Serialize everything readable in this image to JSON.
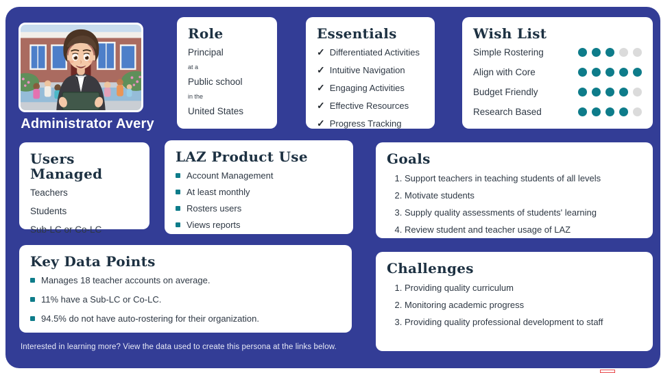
{
  "persona": {
    "name": "Administrator Avery"
  },
  "role": {
    "title": "Role",
    "position": "Principal",
    "connector1": "at a",
    "school_type": "Public school",
    "connector2": "in the",
    "location": "United States"
  },
  "essentials": {
    "title": "Essentials",
    "check_icon": "✓",
    "items": [
      "Differentiated Activities",
      "Intuitive Navigation",
      "Engaging Activities",
      "Effective Resources",
      "Progress Tracking"
    ]
  },
  "wish_list": {
    "title": "Wish List",
    "max_dots": 5,
    "items": [
      {
        "label": "Simple Rostering",
        "rating": 3
      },
      {
        "label": "Align with Core",
        "rating": 5
      },
      {
        "label": "Budget Friendly",
        "rating": 4
      },
      {
        "label": "Research Based",
        "rating": 4
      }
    ]
  },
  "users_managed": {
    "title": "Users Managed",
    "items": [
      "Teachers",
      "Students",
      "Sub-LC or Co-LC"
    ]
  },
  "product_use": {
    "title": "LAZ Product Use",
    "items": [
      "Account Management",
      "At least monthly",
      "Rosters users",
      "Views reports"
    ]
  },
  "goals": {
    "title": "Goals",
    "items": [
      "Support teachers in teaching students of all levels",
      "Motivate students",
      "Supply quality assessments of students' learning",
      "Review student and teacher usage of LAZ"
    ]
  },
  "key_data_points": {
    "title": "Key Data Points",
    "items": [
      "Manages 18 teacher accounts on average.",
      "11% have a Sub-LC or Co-LC.",
      "94.5% do not have auto-rostering for their organization."
    ]
  },
  "challenges": {
    "title": "Challenges",
    "items": [
      "Providing quality curriculum",
      "Monitoring academic progress",
      "Providing quality professional development to staff"
    ]
  },
  "footer": {
    "note": "Interested in learning more? View the data used to create this persona at the links below."
  },
  "colors": {
    "panel": "#333D96",
    "teal": "#0E7C8A",
    "dot_empty": "#DBDBDB",
    "heading": "#1D3142",
    "body": "#3A4450",
    "logo_red": "#E8494B"
  }
}
